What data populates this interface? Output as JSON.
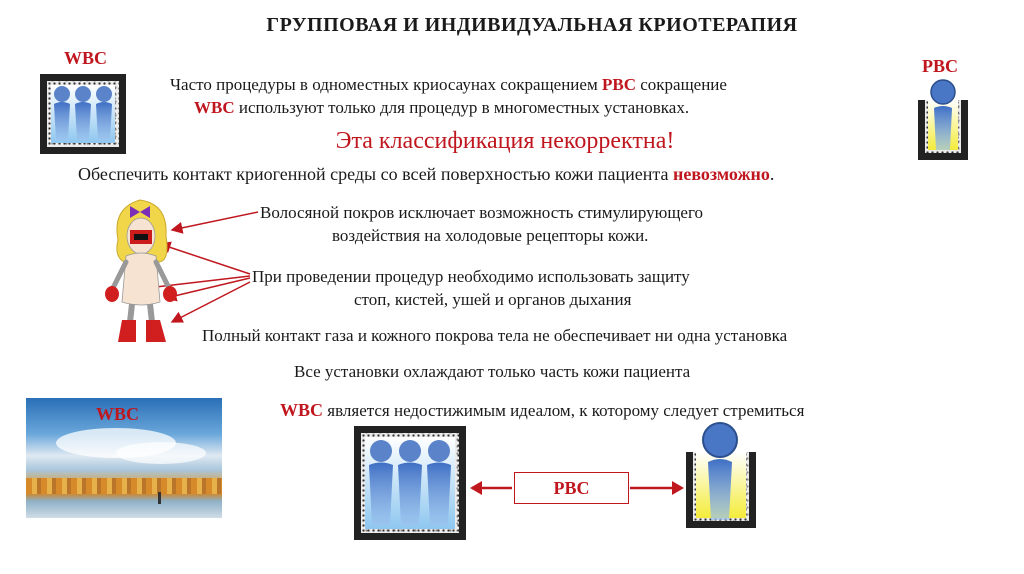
{
  "title": "ГРУППОВАЯ И ИНДИВИДУАЛЬНАЯ КРИОТЕРАПИЯ",
  "labels": {
    "wbc_top": "WBC",
    "rbc_top": "PBC",
    "wbc_landscape": "WBC",
    "rbc_box": "PBC"
  },
  "intro": {
    "line1_a": "Часто процедуры в одноместных криосаунах  сокращением ",
    "line1_b": "PBC",
    "line1_c": " сокращение",
    "line2_a": "WBC",
    "line2_b": "   используют только для процедур в многоместных установках."
  },
  "warning": "Эта классификация некорректна!",
  "contact": {
    "a": "Обеспечить контакт криогенной среды со всей поверхностью кожи   пациента ",
    "b": "невозможно",
    "c": "."
  },
  "bullets": {
    "hair_1": "Волосяной покров исключает возможность стимулирующего",
    "hair_2": "воздействия на холодовые рецепторы кожи.",
    "protect_1": "При проведении процедур необходимо использовать   защиту",
    "protect_2": "стоп, кистей, ушей и  органов дыхания",
    "contact_gas": "Полный контакт газа и кожного покрова тела не обеспечивает ни одна установка",
    "all_units": "Все установки охлаждают только часть кожи пациента"
  },
  "ideal": {
    "a": "WBC",
    "b": "   является недостижимым идеалом, к которому следует стремиться"
  },
  "colors": {
    "accent_red": "#c0171f",
    "figure_blue": "#5b83c9",
    "head_blue": "#4a76c6",
    "cabin_yellow": "#f4ec3a"
  }
}
